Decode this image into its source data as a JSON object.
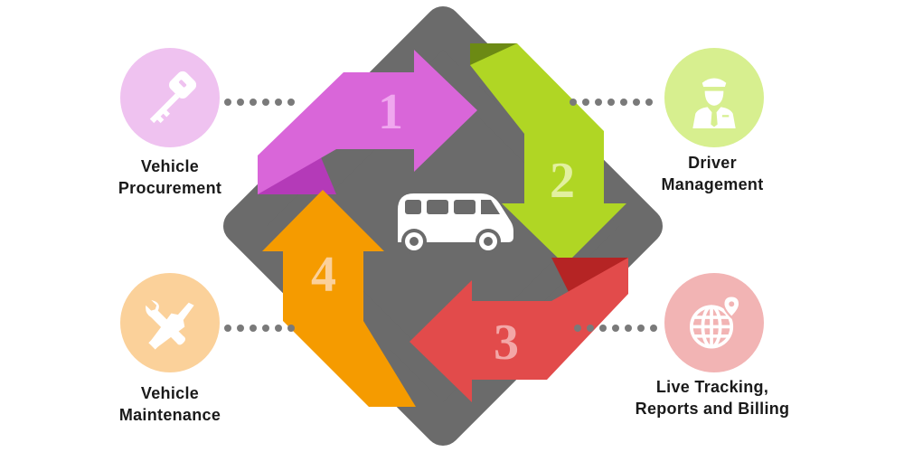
{
  "steps": [
    {
      "number": "1",
      "title": [
        "Vehicle",
        "Procurement"
      ],
      "icon": "key-icon",
      "color": "#d966d9",
      "dark": "#b43ab8",
      "badge": "#efc2f0"
    },
    {
      "number": "2",
      "title": [
        "Driver",
        "Management"
      ],
      "icon": "driver-icon",
      "color": "#b0d624",
      "dark": "#6c8a14",
      "badge": "#d7ef8f"
    },
    {
      "number": "3",
      "title": [
        "Live Tracking,",
        "Reports and Billing"
      ],
      "icon": "globe-location-icon",
      "color": "#e24b4b",
      "dark": "#b52424",
      "badge": "#f2b4b4"
    },
    {
      "number": "4",
      "title": [
        "Vehicle",
        "Maintenance"
      ],
      "icon": "wrench-screwdriver-icon",
      "color": "#f59b00",
      "dark": "#9a5a00",
      "badge": "#fbd19a"
    }
  ],
  "center_icon": "van-icon",
  "frame_color": "#6b6b6b"
}
